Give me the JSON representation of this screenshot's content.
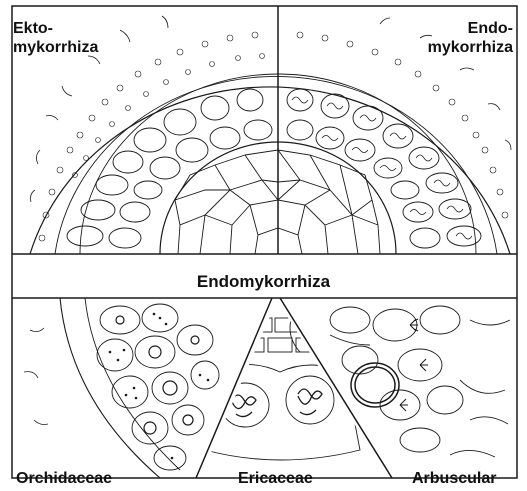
{
  "labels": {
    "ekto_line1": "Ekto-",
    "ekto_line2": "mykorrhiza",
    "endo_line1": "Endo-",
    "endo_line2": "mykorrhiza",
    "middle": "Endomykorrhiza",
    "orchidaceae": "Orchidaceae",
    "ericaceae": "Ericaceae",
    "arbuscular": "Arbuscular"
  },
  "colors": {
    "ink": "#1a1a1a",
    "background": "#ffffff"
  }
}
